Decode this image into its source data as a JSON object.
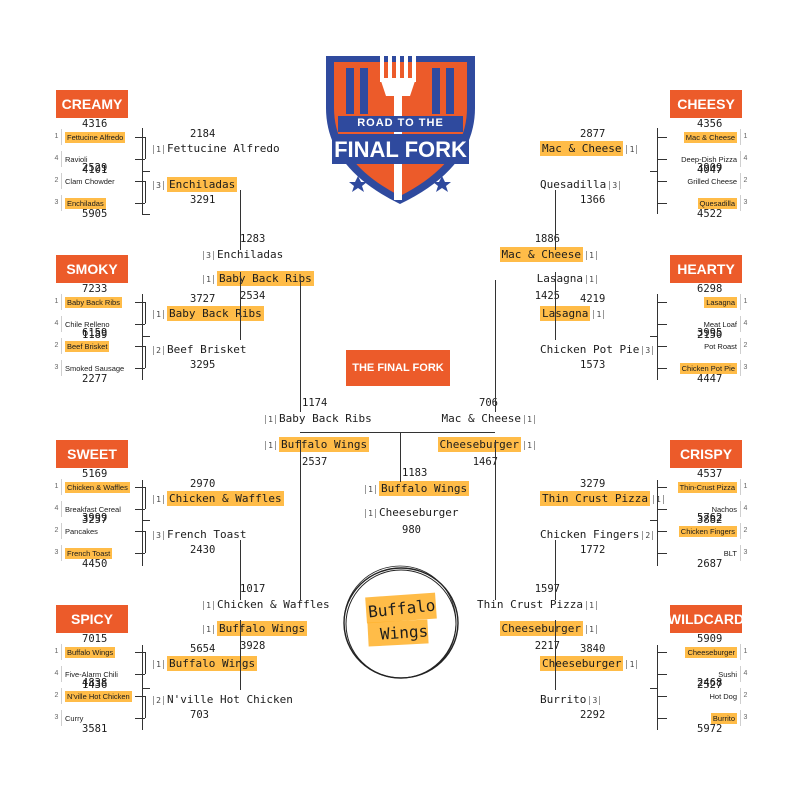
{
  "logo": {
    "line1": "ROAD TO THE",
    "line2": "FINAL FORK"
  },
  "final_title": "THE FINAL FORK",
  "regions": {
    "creamy": {
      "title": "CREAMY",
      "entries": [
        {
          "seed": "1",
          "name": "Fettucine Alfredo",
          "votes": "4316",
          "hl": true
        },
        {
          "seed": "4",
          "name": "Ravioli",
          "votes": "4101",
          "hl": false
        },
        {
          "seed": "2",
          "name": "Clam Chowder",
          "votes": "2529",
          "hl": false
        },
        {
          "seed": "3",
          "name": "Enchiladas",
          "votes": "5905",
          "hl": true
        }
      ],
      "r2": [
        {
          "seed": "1",
          "name": "Fettucine Alfredo",
          "votes": "2184"
        },
        {
          "seed": "3",
          "name": "Enchiladas",
          "votes": "3291"
        }
      ]
    },
    "smoky": {
      "title": "SMOKY",
      "entries": [
        {
          "seed": "1",
          "name": "Baby Back Ribs",
          "votes": "7233",
          "hl": true
        },
        {
          "seed": "4",
          "name": "Chile Relleno",
          "votes": "1189",
          "hl": false
        },
        {
          "seed": "2",
          "name": "Beef Brisket",
          "votes": "6159",
          "hl": true
        },
        {
          "seed": "3",
          "name": "Smoked Sausage",
          "votes": "2277",
          "hl": false
        }
      ],
      "r2": [
        {
          "seed": "1",
          "name": "Baby Back Ribs",
          "votes": "3727"
        },
        {
          "seed": "2",
          "name": "Beef Brisket",
          "votes": "3295"
        }
      ]
    },
    "sweet": {
      "title": "SWEET",
      "entries": [
        {
          "seed": "1",
          "name": "Chicken & Waffles",
          "votes": "5169",
          "hl": true
        },
        {
          "seed": "4",
          "name": "Breakfast Cereal",
          "votes": "3257",
          "hl": false
        },
        {
          "seed": "2",
          "name": "Pancakes",
          "votes": "3999",
          "hl": false
        },
        {
          "seed": "3",
          "name": "French Toast",
          "votes": "4450",
          "hl": true
        }
      ],
      "r2": [
        {
          "seed": "1",
          "name": "Chicken & Waffles",
          "votes": "2970"
        },
        {
          "seed": "3",
          "name": "French Toast",
          "votes": "2430"
        }
      ]
    },
    "spicy": {
      "title": "SPICY",
      "entries": [
        {
          "seed": "1",
          "name": "Buffalo Wings",
          "votes": "7015",
          "hl": true
        },
        {
          "seed": "4",
          "name": "Five-Alarm Chili",
          "votes": "1436",
          "hl": false
        },
        {
          "seed": "2",
          "name": "N'ville Hot Chicken",
          "votes": "4838",
          "hl": true
        },
        {
          "seed": "3",
          "name": "Curry",
          "votes": "3581",
          "hl": false
        }
      ],
      "r2": [
        {
          "seed": "1",
          "name": "Buffalo Wings",
          "votes": "5654"
        },
        {
          "seed": "2",
          "name": "N'ville Hot Chicken",
          "votes": "703"
        }
      ]
    },
    "cheesy": {
      "title": "CHEESY",
      "entries": [
        {
          "seed": "1",
          "name": "Mac & Cheese",
          "votes": "4356",
          "hl": true
        },
        {
          "seed": "4",
          "name": "Deep-Dish Pizza",
          "votes": "4047",
          "hl": false
        },
        {
          "seed": "2",
          "name": "Grilled Cheese",
          "votes": "3909",
          "hl": false
        },
        {
          "seed": "3",
          "name": "Quesadilla",
          "votes": "4522",
          "hl": true
        }
      ],
      "r2": [
        {
          "seed": "1",
          "name": "Mac & Cheese",
          "votes": "2877"
        },
        {
          "seed": "3",
          "name": "Quesadilla",
          "votes": "1366"
        }
      ]
    },
    "hearty": {
      "title": "HEARTY",
      "entries": [
        {
          "seed": "1",
          "name": "Lasagna",
          "votes": "6298",
          "hl": true
        },
        {
          "seed": "4",
          "name": "Meat Loaf",
          "votes": "2150",
          "hl": false
        },
        {
          "seed": "2",
          "name": "Pot Roast",
          "votes": "3995",
          "hl": false
        },
        {
          "seed": "3",
          "name": "Chicken Pot Pie",
          "votes": "4447",
          "hl": true
        }
      ],
      "r2": [
        {
          "seed": "1",
          "name": "Lasagna",
          "votes": "4219"
        },
        {
          "seed": "3",
          "name": "Chicken Pot Pie",
          "votes": "1573"
        }
      ]
    },
    "crispy": {
      "title": "CRISPY",
      "entries": [
        {
          "seed": "1",
          "name": "Thin-Crust Pizza",
          "votes": "4537",
          "hl": true
        },
        {
          "seed": "4",
          "name": "Nachos",
          "votes": "3882",
          "hl": false
        },
        {
          "seed": "2",
          "name": "Chicken Fingers",
          "votes": "5762",
          "hl": true
        },
        {
          "seed": "3",
          "name": "BLT",
          "votes": "2687",
          "hl": false
        }
      ],
      "r2": [
        {
          "seed": "1",
          "name": "Thin Crust Pizza",
          "votes": "3279"
        },
        {
          "seed": "2",
          "name": "Chicken Fingers",
          "votes": "1772"
        }
      ]
    },
    "wildcard": {
      "title": "WILDCARD",
      "entries": [
        {
          "seed": "1",
          "name": "Cheeseburger",
          "votes": "5909",
          "hl": true
        },
        {
          "seed": "4",
          "name": "Sushi",
          "votes": "2527",
          "hl": false
        },
        {
          "seed": "2",
          "name": "Hot Dog",
          "votes": "2468",
          "hl": false
        },
        {
          "seed": "3",
          "name": "Burrito",
          "votes": "5972",
          "hl": true
        }
      ],
      "r2": [
        {
          "seed": "1",
          "name": "Cheeseburger",
          "votes": "3840"
        },
        {
          "seed": "3",
          "name": "Burrito",
          "votes": "2292"
        }
      ]
    }
  },
  "r3": {
    "left_top": [
      {
        "seed": "3",
        "name": "Enchiladas",
        "votes": "1283"
      },
      {
        "seed": "1",
        "name": "Baby Back Ribs",
        "votes": "2534"
      }
    ],
    "left_bot": [
      {
        "seed": "1",
        "name": "Chicken & Waffles",
        "votes": "1017"
      },
      {
        "seed": "1",
        "name": "Buffalo Wings",
        "votes": "3928"
      }
    ],
    "right_top": [
      {
        "seed": "1",
        "name": "Mac & Cheese",
        "votes": "1886"
      },
      {
        "seed": "1",
        "name": "Lasagna",
        "votes": "1425"
      }
    ],
    "right_bot": [
      {
        "seed": "1",
        "name": "Thin Crust Pizza",
        "votes": "1597"
      },
      {
        "seed": "1",
        "name": "Cheeseburger",
        "votes": "2217"
      }
    ]
  },
  "semis": {
    "left": [
      {
        "seed": "1",
        "name": "Baby Back Ribs",
        "votes": "1174"
      },
      {
        "seed": "1",
        "name": "Buffalo Wings",
        "votes": "2537"
      }
    ],
    "right": [
      {
        "seed": "1",
        "name": "Mac & Cheese",
        "votes": "706"
      },
      {
        "seed": "1",
        "name": "Cheeseburger",
        "votes": "1467"
      }
    ]
  },
  "final": [
    {
      "seed": "1",
      "name": "Buffalo Wings",
      "votes": "1183"
    },
    {
      "seed": "1",
      "name": "Cheeseburger",
      "votes": "980"
    }
  ],
  "champion": {
    "line1": "Buffalo",
    "line2": "Wings"
  },
  "colors": {
    "orange": "#ec5b2a",
    "blue": "#2f4a9e",
    "highlighter": "#ffb028"
  }
}
